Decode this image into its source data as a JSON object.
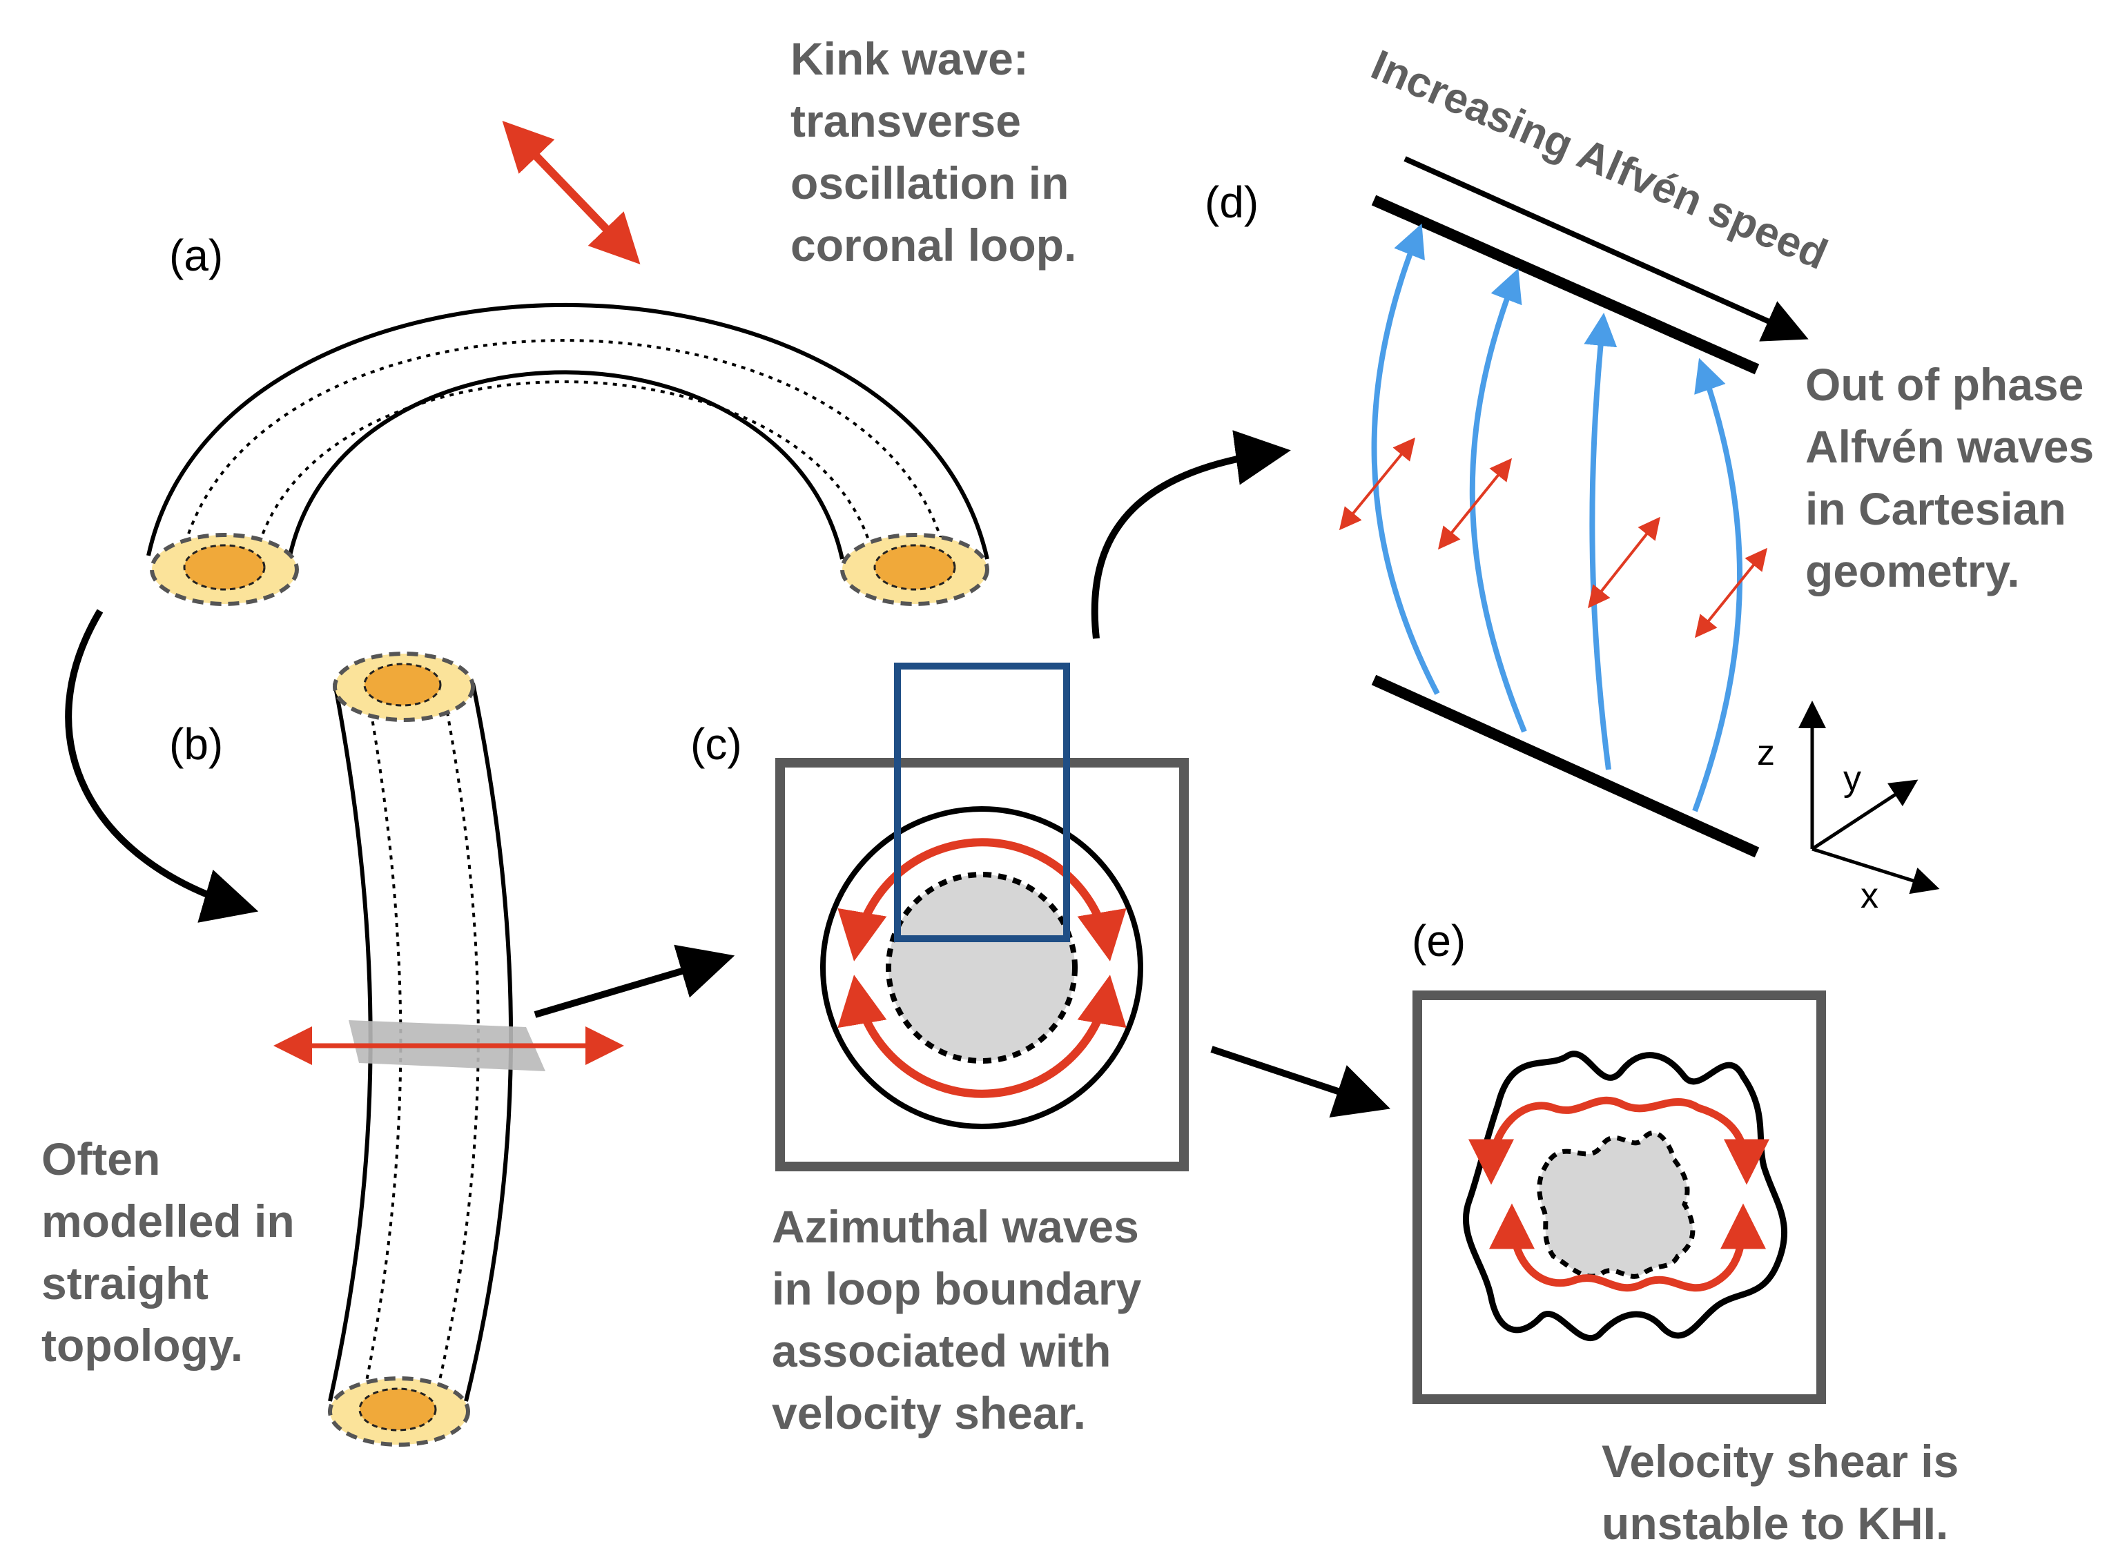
{
  "panels": {
    "a": {
      "label": "(a)",
      "caption": [
        "Kink wave:",
        "transverse",
        "oscillation in",
        "coronal loop."
      ]
    },
    "b": {
      "label": "(b)",
      "caption": [
        "Often",
        "modelled in",
        "straight",
        "topology."
      ]
    },
    "c": {
      "label": "(c)",
      "caption": [
        "Azimuthal waves",
        "in loop boundary",
        "associated with",
        "velocity shear."
      ]
    },
    "d": {
      "label": "(d)",
      "banner": "Increasing Alfvén speed",
      "caption": [
        "Out of phase",
        "Alfvén waves",
        "in Cartesian",
        "geometry."
      ]
    },
    "e": {
      "label": "(e)",
      "caption": [
        "Velocity shear is",
        "unstable to KHI."
      ]
    }
  },
  "axes": {
    "z": "z",
    "y": "y",
    "x": "x"
  },
  "colors": {
    "flow_arrow": "#e03a22",
    "field_line": "#4a9de8",
    "footpoint_core": "#f0a93a",
    "footpoint_halo": "#fbe39a",
    "box": "#595959",
    "zoom_box": "#1f4e85",
    "core_fill": "#d6d6d6",
    "text_gray": "#5f5f5f"
  }
}
